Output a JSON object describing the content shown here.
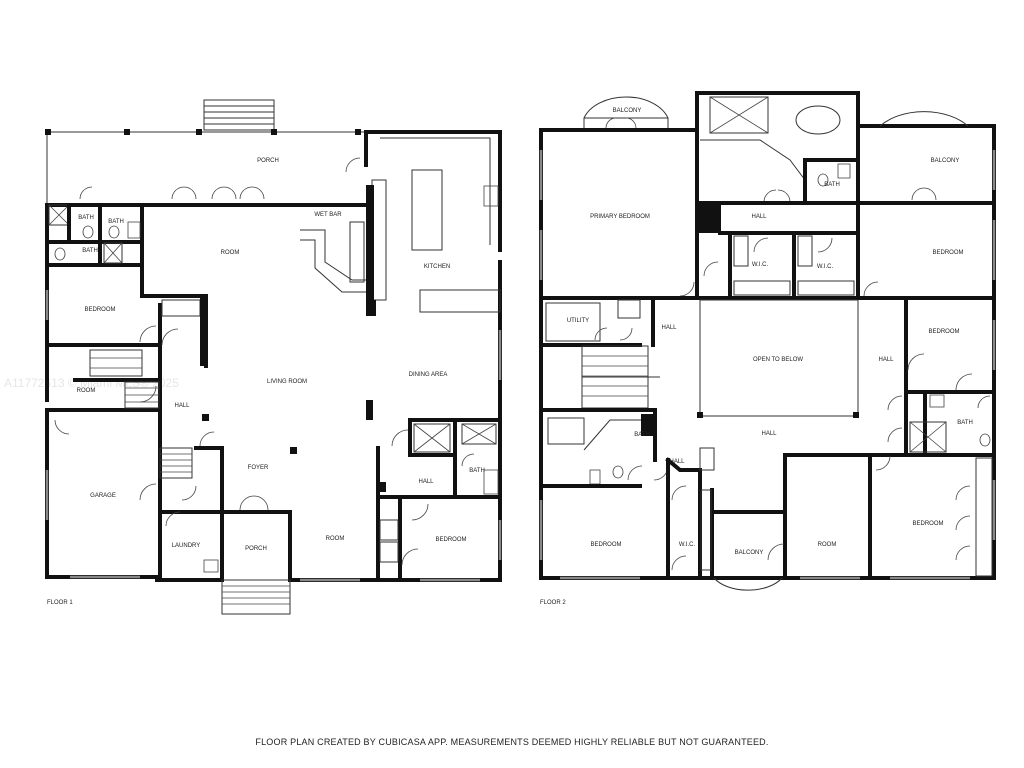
{
  "floor1": {
    "caption": "FLOOR 1",
    "rooms": {
      "porch_top": "PORCH",
      "bath_a": "BATH",
      "bath_b": "BATH",
      "bath_c": "BATH",
      "wet_bar": "WET BAR",
      "room_top": "ROOM",
      "kitchen": "KITCHEN",
      "bedroom": "BEDROOM",
      "room_small": "ROOM",
      "hall": "HALL",
      "living_room": "LIVING ROOM",
      "dining_area": "DINING AREA",
      "garage": "GARAGE",
      "foyer": "FOYER",
      "hall_right": "HALL",
      "bath_right": "BATH",
      "laundry": "LAUNDRY",
      "porch_front": "PORCH",
      "room_bottom": "ROOM",
      "bedroom_right": "BEDROOM"
    }
  },
  "floor2": {
    "caption": "FLOOR 2",
    "rooms": {
      "balcony_left": "BALCONY",
      "primary_bedroom": "PRIMARY BEDROOM",
      "bath_top": "BATH",
      "balcony_right": "BALCONY",
      "hall_top": "HALL",
      "wic_a": "W.I.C.",
      "wic_b": "W.I.C.",
      "bedroom_ne": "BEDROOM",
      "utility": "UTILITY",
      "hall_left": "HALL",
      "open_to_below": "OPEN TO BELOW",
      "hall_right": "HALL",
      "bedroom_e": "BEDROOM",
      "bath_left": "BATH",
      "hall_center": "HALL",
      "hall_small": "HALL",
      "bath_right": "BATH",
      "bedroom_sw": "BEDROOM",
      "wic_c": "W.I.C.",
      "balcony_bottom": "BALCONY",
      "room": "ROOM",
      "bedroom_se": "BEDROOM"
    }
  },
  "watermark": "A11772613 © Miami MLS® 2025",
  "footer": "FLOOR PLAN CREATED BY CUBICASA APP. MEASUREMENTS DEEMED HIGHLY RELIABLE BUT NOT GUARANTEED."
}
